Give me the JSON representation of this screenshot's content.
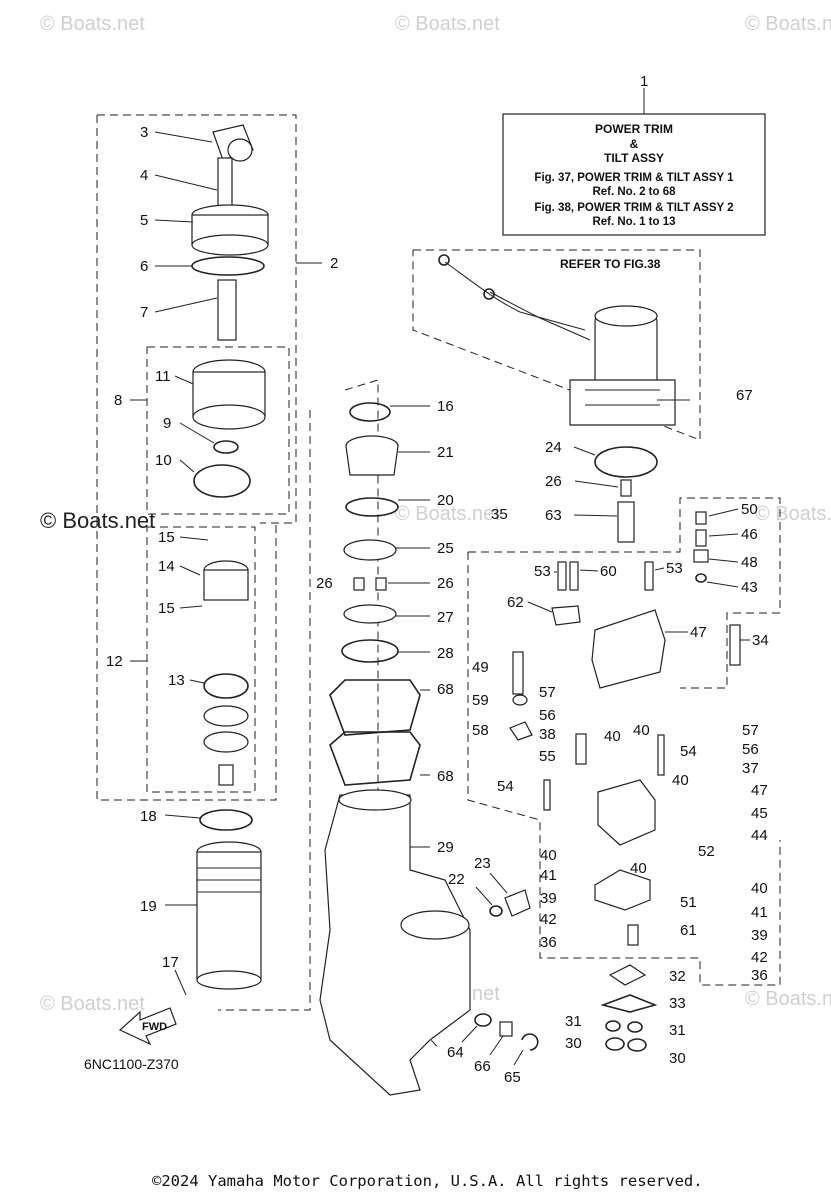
{
  "watermark": "© Boats.net",
  "info_box": {
    "ref": "1",
    "title_line1": "POWER TRIM",
    "title_line2": "&",
    "title_line3": "TILT ASSY",
    "ref_line1": "Fig. 37, POWER TRIM & TILT ASSY 1",
    "ref_line2": "Ref. No. 2 to 68",
    "ref_line3": "Fig. 38, POWER TRIM & TILT ASSY 2",
    "ref_line4": "Ref. No. 1 to 13"
  },
  "refer_note": "REFER TO FIG.38",
  "fwd_label": "FWD",
  "diagram_code": "6NC1100-Z370",
  "copyright": "©2024 Yamaha Motor Corporation, U.S.A. All rights reserved.",
  "callouts": {
    "c2": "2",
    "c3": "3",
    "c4": "4",
    "c5": "5",
    "c6": "6",
    "c7": "7",
    "c8": "8",
    "c9": "9",
    "c10": "10",
    "c11": "11",
    "c12": "12",
    "c13": "13",
    "c14": "14",
    "c15a": "15",
    "c15b": "15",
    "c16": "16",
    "c17": "17",
    "c18": "18",
    "c19": "19",
    "c20": "20",
    "c21": "21",
    "c22": "22",
    "c23": "23",
    "c24": "24",
    "c25": "25",
    "c26a": "26",
    "c26b": "26",
    "c26c": "26",
    "c27": "27",
    "c28": "28",
    "c29": "29",
    "c30a": "30",
    "c30b": "30",
    "c31a": "31",
    "c31b": "31",
    "c32": "32",
    "c33": "33",
    "c34": "34",
    "c35": "35",
    "c36a": "36",
    "c36b": "36",
    "c37": "37",
    "c38": "38",
    "c39a": "39",
    "c39b": "39",
    "c40a": "40",
    "c40b": "40",
    "c40c": "40",
    "c40d": "40",
    "c40e": "40",
    "c40f": "40",
    "c41a": "41",
    "c41b": "41",
    "c42a": "42",
    "c42b": "42",
    "c43": "43",
    "c44": "44",
    "c45": "45",
    "c46": "46",
    "c47a": "47",
    "c47b": "47",
    "c48": "48",
    "c49": "49",
    "c50": "50",
    "c51": "51",
    "c52": "52",
    "c53a": "53",
    "c53b": "53",
    "c54a": "54",
    "c54b": "54",
    "c55": "55",
    "c56a": "56",
    "c56b": "56",
    "c57a": "57",
    "c57b": "57",
    "c58": "58",
    "c59": "59",
    "c60": "60",
    "c61": "61",
    "c62": "62",
    "c63": "63",
    "c64": "64",
    "c65": "65",
    "c66": "66",
    "c67": "67",
    "c68a": "68",
    "c68b": "68"
  }
}
